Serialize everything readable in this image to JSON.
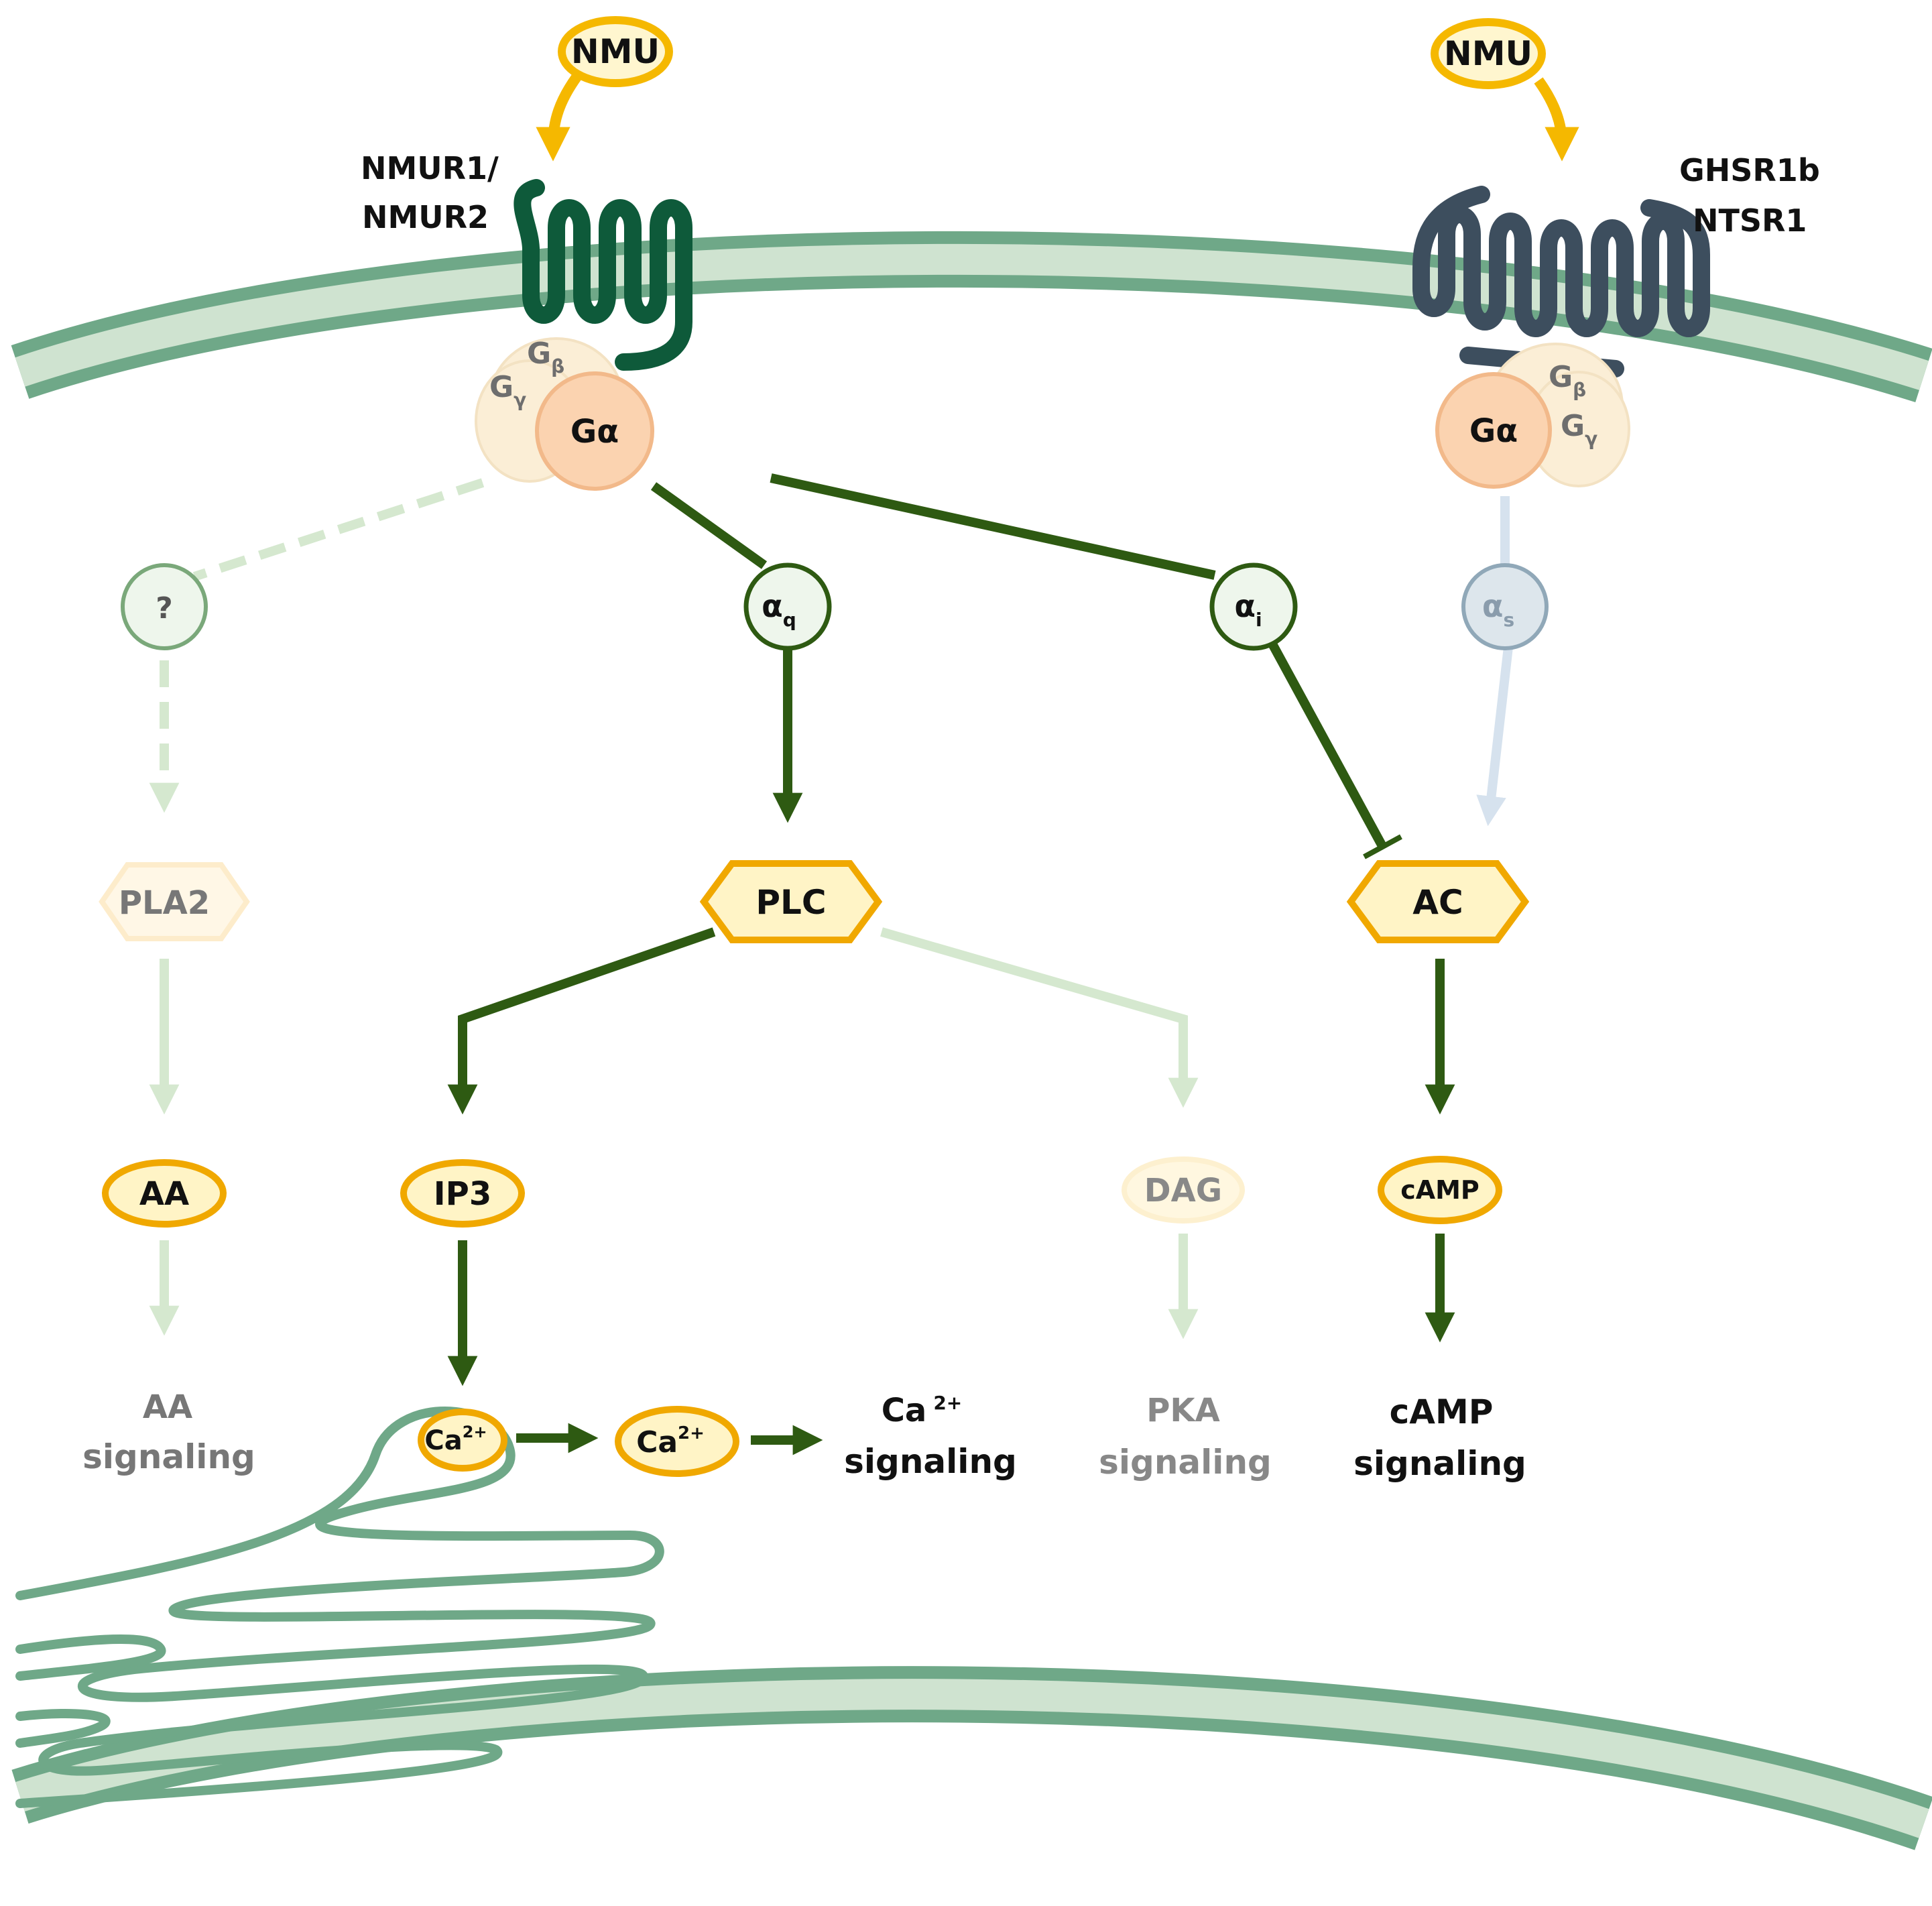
{
  "ligands": {
    "left": "NMU",
    "right": "NMU"
  },
  "receptors": {
    "left_line1": "NMUR1/",
    "left_line2": "NMUR2",
    "right_line1": "GHSR1b",
    "right_line2": "NTSR1"
  },
  "g_protein": {
    "alpha": "Gα",
    "beta": "G",
    "beta_sub": "β",
    "gamma": "G",
    "gamma_sub": "γ"
  },
  "subunits": {
    "unknown": "?",
    "aq": "α",
    "aq_sub": "q",
    "ai": "α",
    "ai_sub": "i",
    "as": "α",
    "as_sub": "s"
  },
  "enzymes": {
    "pla2": "PLA2",
    "plc": "PLC",
    "ac": "AC"
  },
  "messengers": {
    "aa": "AA",
    "ip3": "IP3",
    "dag": "DAG",
    "camp": "cAMP",
    "ca_er": "Ca",
    "ca_cyto": "Ca",
    "ca_sup": "2+"
  },
  "signaling": {
    "aa_line1": "AA",
    "aa_line2": "signaling",
    "ca_line1": "Ca",
    "ca_sup": "2+",
    "ca_line2": "signaling",
    "pka_line1": "PKA",
    "pka_line2": "signaling",
    "camp_line1": "cAMP",
    "camp_line2": "signaling"
  },
  "colors": {
    "membrane": "#6fa888",
    "membrane_inner": "#cfe3d0",
    "receptor_left": "#0e5a3a",
    "receptor_right": "#3d4e5e",
    "arrow_dark": "#2e5a12",
    "arrow_faded": "#d5e8cf",
    "arrow_blue": "#d6e2ee",
    "ligand_arrow": "#f5b800",
    "gold": "#f0a800",
    "gold_fill": "#fff4c6",
    "galpha_fill": "#fbd3b0",
    "gbg_fill": "#fbeed6"
  }
}
